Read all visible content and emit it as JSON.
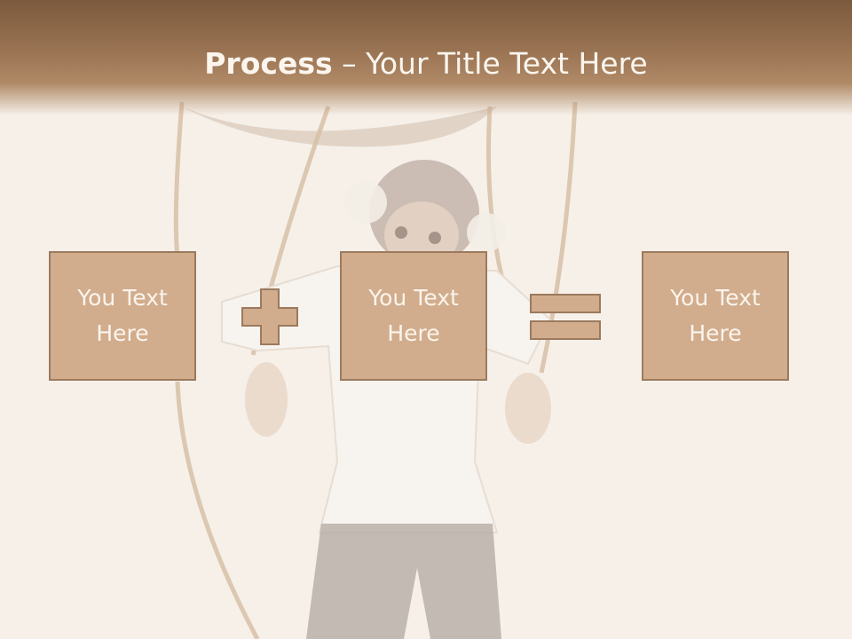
{
  "slide": {
    "title_bold": "Process",
    "title_rest": " – Your Title Text Here"
  },
  "boxes": [
    {
      "text": "You Text Here"
    },
    {
      "text": "You Text Here"
    },
    {
      "text": "You Text Here"
    }
  ],
  "operators": [
    "plus-icon",
    "equals-icon"
  ],
  "colors": {
    "title_bar": "#8a6546",
    "box_fill": "#d1ad8d",
    "box_border": "#9b7a5e",
    "background": "#f6f0e9"
  }
}
